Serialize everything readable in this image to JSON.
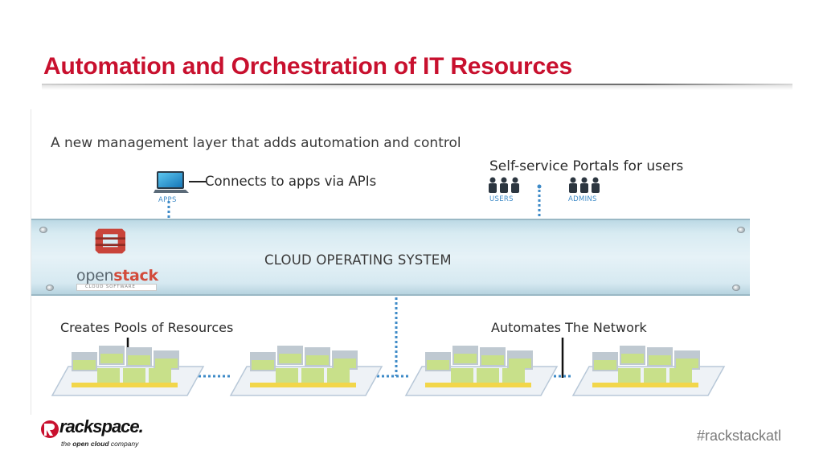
{
  "slide": {
    "title": "Automation and Orchestration of IT Resources",
    "hashtag": "#rackstackatl"
  },
  "diagram": {
    "headline": "A new management layer that adds automation and control",
    "apps_label": "Connects to apps via APIs",
    "apps_caption": "APPS",
    "portals_label": "Self-service Portals for users",
    "users_caption": "USERS",
    "admins_caption": "ADMINS",
    "os_label": "CLOUD OPERATING SYSTEM",
    "openstack_word_1": "open",
    "openstack_word_2": "stack",
    "openstack_sub": "CLOUD SOFTWARE",
    "pools_label": "Creates Pools of Resources",
    "network_label": "Automates The Network"
  },
  "footer": {
    "brand": "rackspace.",
    "tagline_pre": "the ",
    "tagline_bold": "open cloud",
    "tagline_post": " company"
  },
  "colors": {
    "title_red": "#c8102e",
    "connector_blue": "#3d8ac7",
    "band_blue": "#d8ebf2",
    "openstack_red": "#d24a3a",
    "server_green": "#c8e08a",
    "server_yellow": "#f2d64a"
  }
}
